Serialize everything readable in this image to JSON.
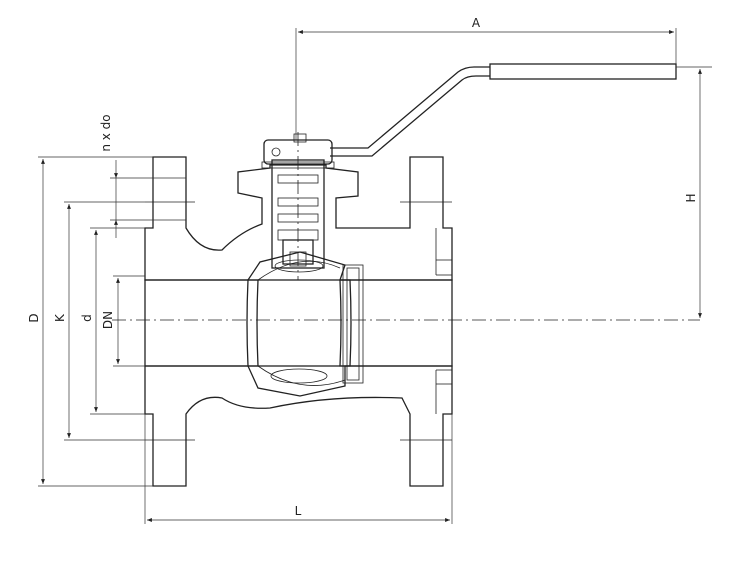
{
  "diagram": {
    "dimension_labels": {
      "A": "A",
      "H": "H",
      "L": "L",
      "D": "D",
      "K": "K",
      "d": "d",
      "DN": "DN",
      "bolts": "n x do"
    },
    "colors": {
      "line": "#222222",
      "hatch": "#444444",
      "background": "#ffffff"
    }
  }
}
